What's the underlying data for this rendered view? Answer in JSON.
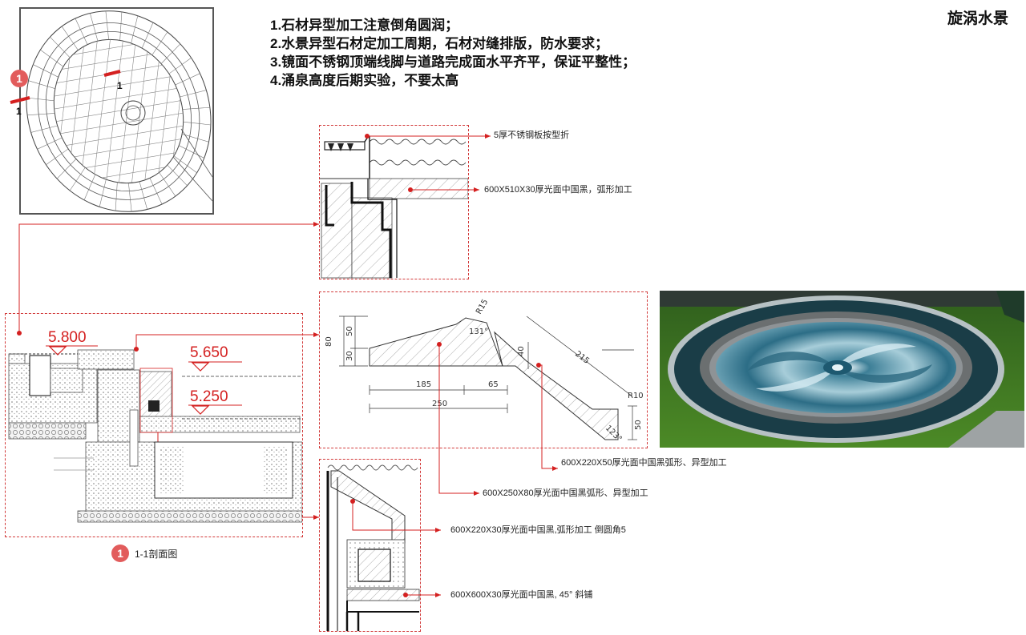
{
  "title": "旋涡水景",
  "notes": [
    "1.石材异型加工注意倒角圆润；",
    "2.水景异型石材定加工周期，石材对缝排版，防水要求；",
    "3.镜面不锈钢顶端线脚与道路完成面水平齐平，保证平整性；",
    "4.涌泉高度后期实验，不要太高"
  ],
  "callouts": {
    "stainless": "5厚不锈钢板按型折",
    "stone_510": "600X510X30厚光面中国黑，弧形加工",
    "stone_220_50": "600X220X50厚光面中国黑弧形、异型加工",
    "stone_250_80": "600X250X80厚光面中国黑弧形、异型加工",
    "stone_220_30": "600X220X30厚光面中国黑,弧形加工 倒圆角5",
    "stone_600": "600X600X30厚光面中国黑, 45°  斜铺"
  },
  "elevations": {
    "e1": "5.800",
    "e2": "5.650",
    "e3": "5.250"
  },
  "section": {
    "marker": "1",
    "label": "1-1剖面图"
  },
  "plan": {
    "marker": "1",
    "cut_label_left": "1",
    "cut_label_inner": "1"
  },
  "profile_dims": {
    "d80": "80",
    "d50": "50",
    "d30": "30",
    "r15": "R15",
    "a131": "131°",
    "d40": "40",
    "d215": "215",
    "d185": "185",
    "d65": "65",
    "d250": "250",
    "r10": "R10",
    "a123": "123°",
    "d50b": "50"
  },
  "colors": {
    "accent": "#d42020",
    "frame": "#d23a3a",
    "marker": "#e25c5c"
  }
}
